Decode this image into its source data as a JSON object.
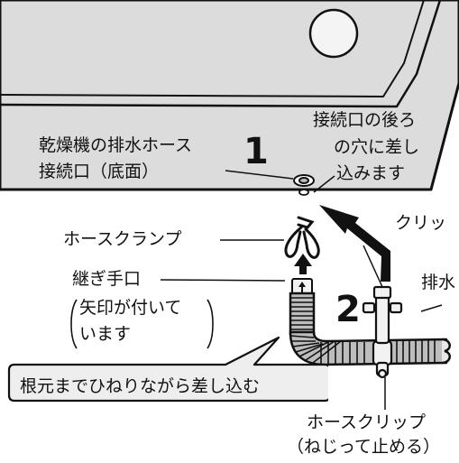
{
  "labels": {
    "dryer_outlet_line1": "乾燥機の排水ホース",
    "dryer_outlet_line2": "接続口（底面）",
    "insert_note_line1": "接続口の後ろ",
    "insert_note_line2": "の穴に差し",
    "insert_note_line3": "込みます",
    "hose_clamp": "ホースクランプ",
    "joint_line1": "継ぎ手口",
    "joint_line2": "矢印が付いて",
    "joint_line3": "います",
    "clip": "クリッ",
    "drain_hose": "排水",
    "callout_text": "根元までひねりながら差し込む",
    "hose_clip_line1": "ホースクリップ",
    "hose_clip_line2": "（ねじって止める）"
  },
  "steps": {
    "step1": "1",
    "step2": "2"
  }
}
